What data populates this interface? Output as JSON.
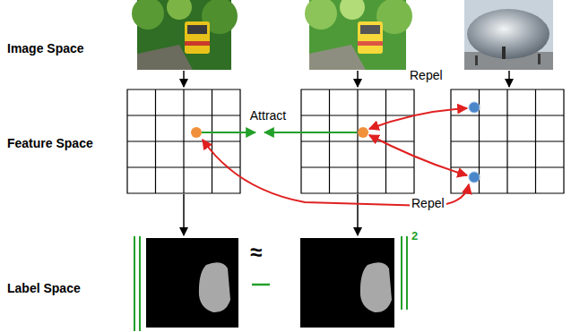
{
  "diagram": {
    "labels": [
      "Image Space",
      "Feature Space",
      "Label Space",
      "Attract",
      "Repel",
      "Repel",
      "≈",
      "2"
    ]
  }
}
